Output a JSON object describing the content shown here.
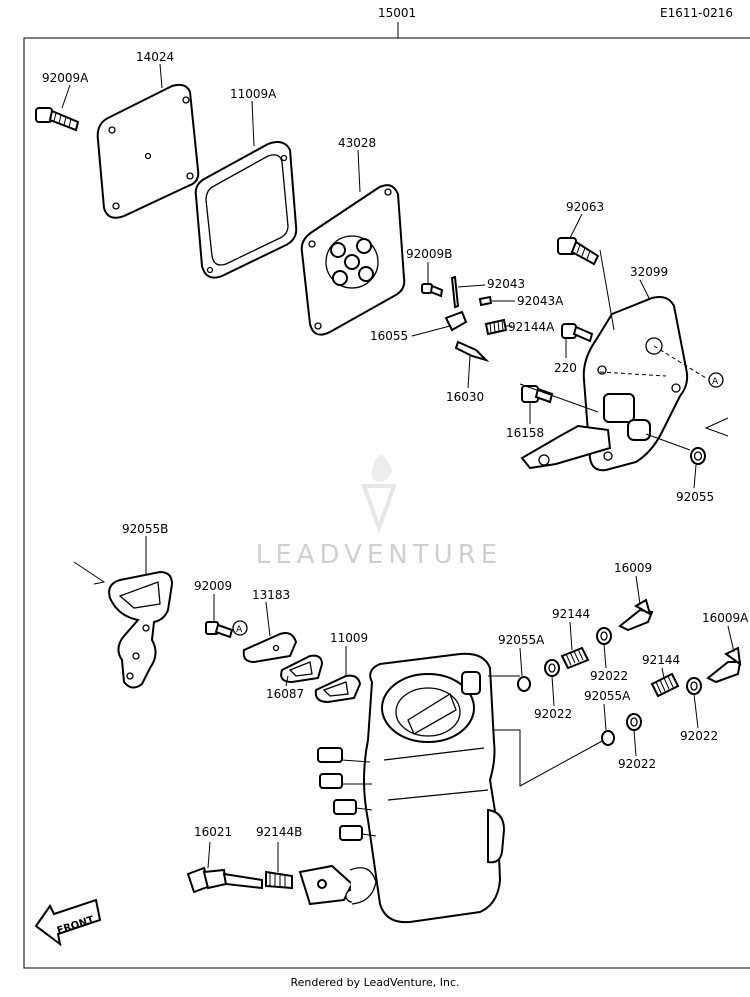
{
  "diagram": {
    "code": "E1611-0216",
    "assembly_number": "15001",
    "footer": "Rendered by LeadVenture, Inc.",
    "watermark": "LEADVENTURE",
    "front_label": "FRONT",
    "ref_marker": "A",
    "parts": {
      "p92009A": "92009A",
      "p14024": "14024",
      "p11009A": "11009A",
      "p43028": "43028",
      "p92063": "92063",
      "p32099": "32099",
      "p92009B": "92009B",
      "p92043": "92043",
      "p92043A": "92043A",
      "p16055": "16055",
      "p92144A": "92144A",
      "p220": "220",
      "p16030": "16030",
      "p16158": "16158",
      "p92055": "92055",
      "p92055B": "92055B",
      "p92009": "92009",
      "p13183": "13183",
      "p11009": "11009",
      "p16087": "16087",
      "p16009": "16009",
      "p92144_1": "92144",
      "p92055A_1": "92055A",
      "p92022_1": "92022",
      "p92022_2": "92022",
      "p16009A": "16009A",
      "p92144_2": "92144",
      "p92055A_2": "92055A",
      "p92022_3": "92022",
      "p92022_4": "92022",
      "p16021": "16021",
      "p92144B": "92144B"
    }
  }
}
